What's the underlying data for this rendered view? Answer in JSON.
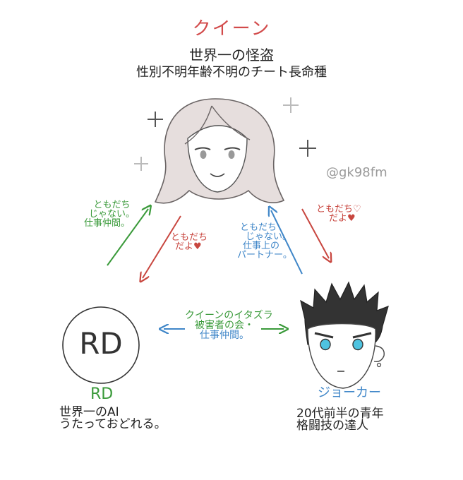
{
  "queen": {
    "name": "クイーン",
    "desc_line1": "世界一の怪盗",
    "desc_line2": "性別不明年齢不明のチート長命種"
  },
  "handle": "@gk98fm",
  "rd": {
    "circle_text": "RD",
    "name": "RD",
    "desc_line1": "世界一のAI",
    "desc_line2": "うたっておどれる。"
  },
  "joker": {
    "name": "ジョーカー",
    "desc_line1": "20代前半の青年",
    "desc_line2": "格闘技の達人"
  },
  "relations": {
    "rd_to_queen": [
      "ともだち",
      "じゃない。",
      "仕事仲間。"
    ],
    "queen_to_rd": [
      "ともだち",
      "だよ♥"
    ],
    "joker_to_queen": [
      "ともだち",
      "じゃない。",
      "仕事上の",
      "パートナー。"
    ],
    "queen_to_joker": [
      "ともだち♡",
      "だよ♥"
    ],
    "rd_joker": [
      "クイーンのイタズラ",
      "被害者の会・",
      "仕事仲間。"
    ]
  },
  "colors": {
    "red": "#c8463f",
    "green": "#3a9a3a",
    "blue": "#3f86c8",
    "eye": "#4ec3e0"
  }
}
